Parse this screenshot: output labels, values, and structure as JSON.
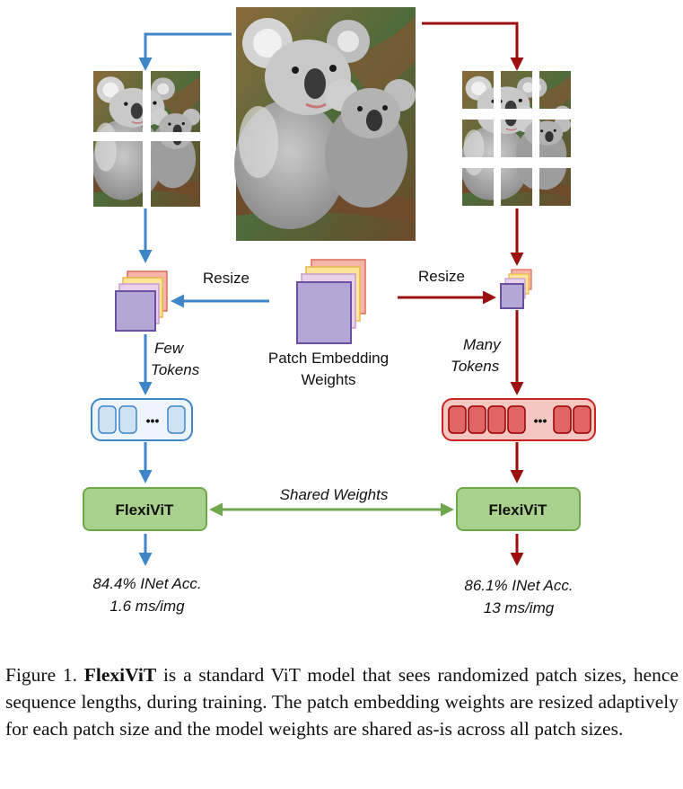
{
  "colors": {
    "blue": "#3f86c9",
    "red": "#9b0f0f",
    "green_fill": "#a9d18e",
    "green_stroke": "#6fa84b",
    "purple_fill": "#b4a7d6",
    "purple_stroke": "#6a4fa3",
    "token_blue": "#cfe2f3",
    "token_red": "#e06666"
  },
  "icons": {
    "koala_photo": "koala-photo",
    "patch_grid": "patch-grid",
    "embedding_stack": "weight-stack"
  },
  "diagram": {
    "resize_left": "Resize",
    "resize_right": "Resize",
    "center_label_line1": "Patch Embedding",
    "center_label_line2": "Weights",
    "few_tokens_line1": "Few",
    "few_tokens_line2": "Tokens",
    "many_tokens_line1": "Many",
    "many_tokens_line2": "Tokens",
    "ellipsis": "•••",
    "model_left": "FlexiViT",
    "model_right": "FlexiViT",
    "shared_weights": "Shared Weights",
    "left_result_line1": "84.4% INet Acc.",
    "left_result_line2": "1.6 ms/img",
    "right_result_line1": "86.1% INet Acc.",
    "right_result_line2": "13 ms/img"
  },
  "caption": {
    "prefix": "Figure 1. ",
    "bold": "FlexiViT",
    "text": " is a standard ViT model that sees randomized patch sizes, hence sequence lengths, during training. The patch embedding weights are resized adaptively for each patch size and the model weights are shared as-is across all patch sizes."
  }
}
